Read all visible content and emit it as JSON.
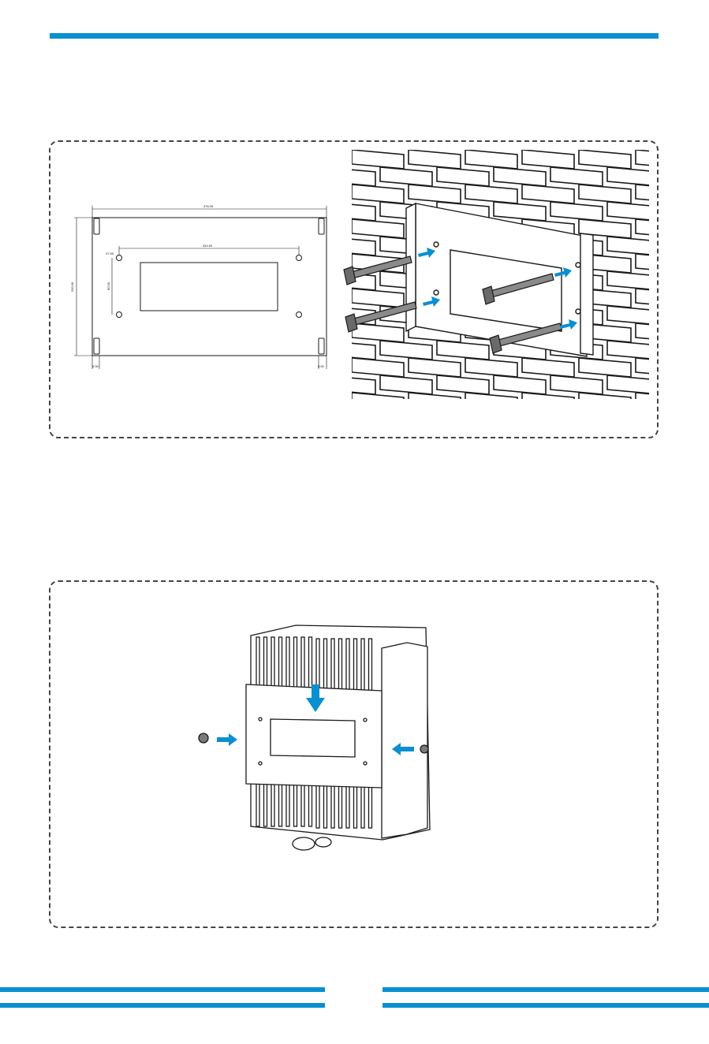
{
  "colors": {
    "accent": "#0a8fd0",
    "line": "#1a1a1a",
    "wall_fill": "#ffffff",
    "bolt": "#7a7a7a"
  },
  "drawing_labels": {
    "overall_width": "376.00",
    "hole_spacing": "344.00",
    "corner_offset": "47.50",
    "overall_height": "200.00",
    "hole_vertical": "80.00",
    "left_margin": "8.00",
    "right_margin": "8.00"
  },
  "icons": {
    "install_arrow": "arrow-right-icon",
    "down_arrow": "arrow-down-icon",
    "screw": "screw-icon"
  }
}
